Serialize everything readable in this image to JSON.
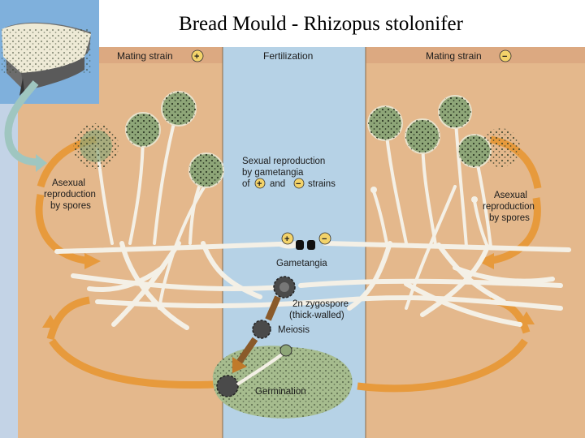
{
  "title": "Bread Mould - Rhizopus stolonifer",
  "panels": {
    "left_header": "Mating strain",
    "center_header": "Fertilization",
    "right_header": "Mating strain"
  },
  "symbols": {
    "plus": "+",
    "minus": "−"
  },
  "labels": {
    "asexual_left": [
      "Asexual",
      "reproduction",
      "by spores"
    ],
    "asexual_right": [
      "Asexual",
      "reproduction",
      "by spores"
    ],
    "sexual": [
      "Sexual reproduction",
      "by gametangia"
    ],
    "sexual_of": "of",
    "sexual_and": "and",
    "sexual_strains": "strains",
    "gametangia": "Gametangia",
    "zygospore": [
      "2n zygospore",
      "(thick-walled)"
    ],
    "meiosis": "Meiosis",
    "germination": "Germination"
  },
  "colors": {
    "panel_tan": "#e4b88c",
    "center_blue": "#b6d2e6",
    "hypha": "#f4f0e6",
    "sporangium": "#8ea678",
    "arrow_orange": "#e79a3c",
    "germination_patch": "#a6bc8e"
  }
}
